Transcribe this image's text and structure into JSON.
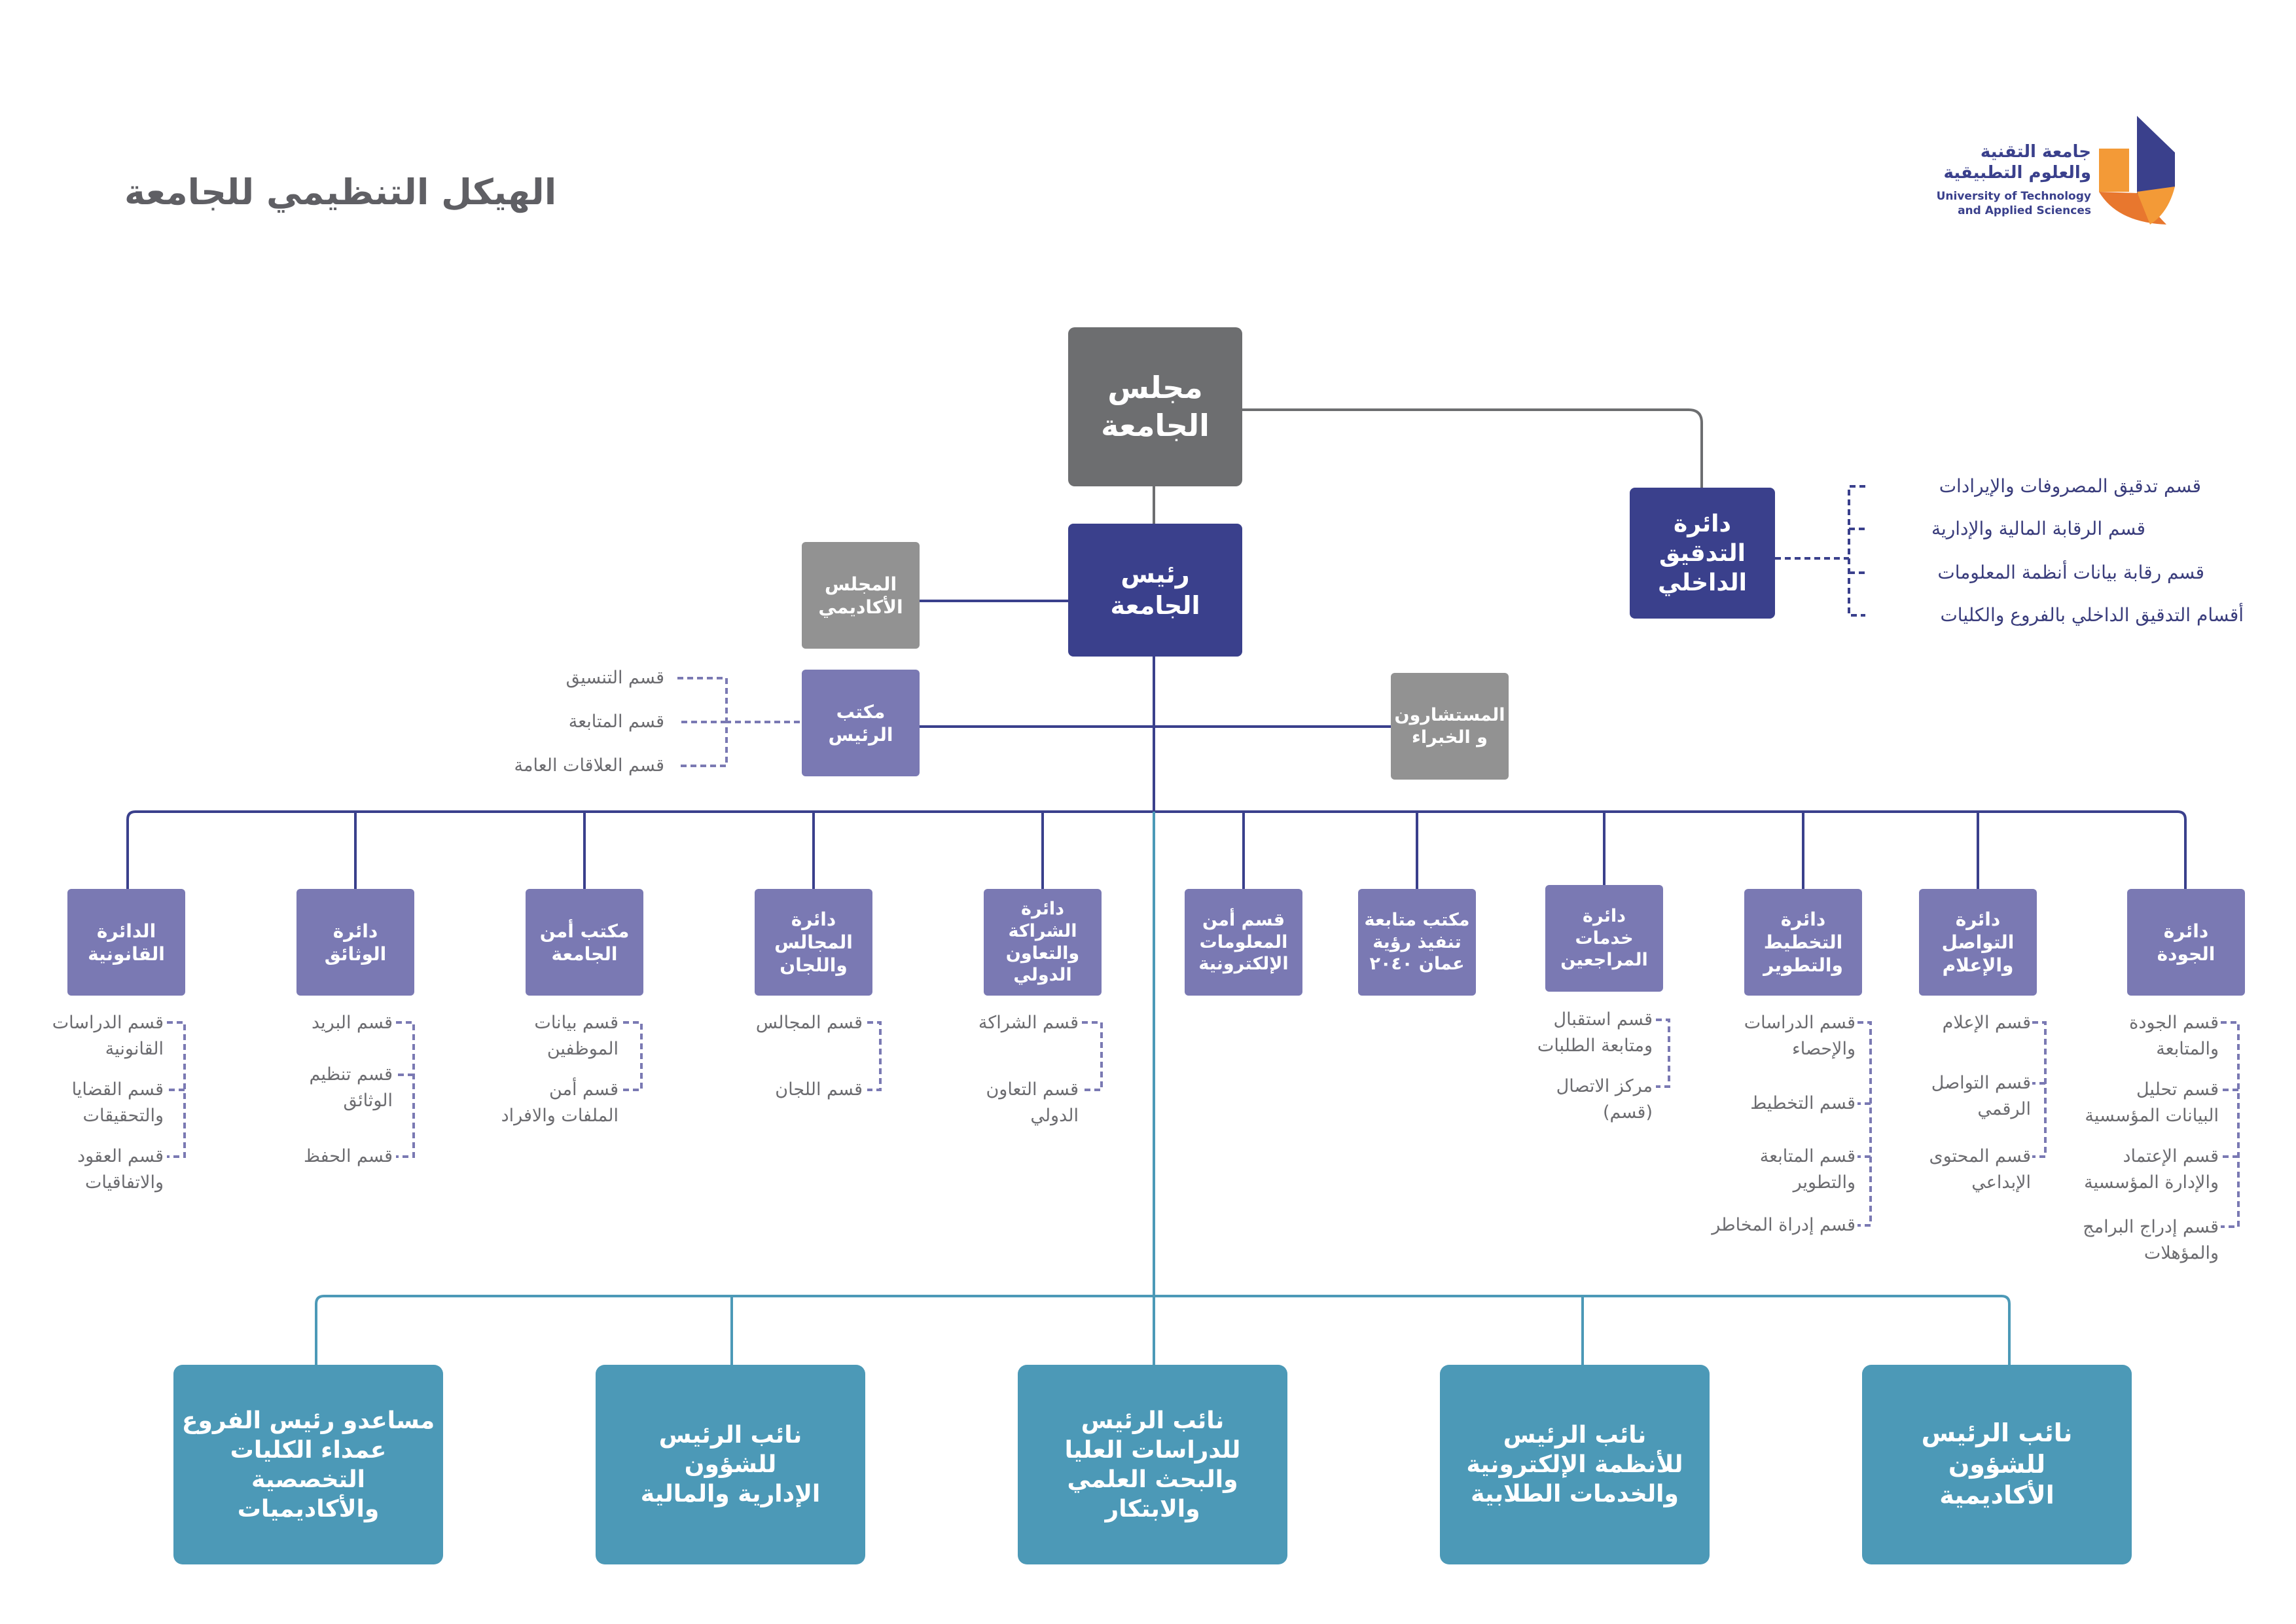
{
  "header": {
    "title": "الهيكل التنظيمي للجامعة",
    "logo_ar_line1": "جامعة التقنية",
    "logo_ar_line2": "والعلوم التطبيقية",
    "logo_en_line1": "University of Technology",
    "logo_en_line2": "and Applied Sciences"
  },
  "top": {
    "council": "مجلس\nالجامعة",
    "president": "رئيس\nالجامعة",
    "academic_council": "المجلس\nالأكاديمي",
    "president_office": "مكتب\nالرئيس",
    "advisors": "المستشارون\nو الخبراء",
    "audit": "دائرة\nالتدقيق\nالداخلي"
  },
  "audit_sections": [
    "قسم تدقيق المصروفات والإيرادات",
    "قسم الرقابة المالية والإدارية",
    "قسم رقابة بيانات أنظمة المعلومات",
    "أقسام التدقيق الداخلي بالفروع والكليات"
  ],
  "office_sections": [
    "قسم التنسيق",
    "قسم المتابعة",
    "قسم العلاقات العامة"
  ],
  "departments": [
    {
      "name": "دائرة\nالجودة",
      "sections": [
        "قسم الجودة\nوالمتابعة",
        "قسم تحليل\nالبيانات المؤسسية",
        "قسم الإعتماد\nوالإدارة المؤسسية",
        "قسم إدراج البرامج\nوالمؤهلات"
      ]
    },
    {
      "name": "دائرة\nالتواصل\nوالإعلام",
      "sections": [
        "قسم الإعلام",
        "قسم التواصل\nالرقمي",
        "قسم المحتوى\nالإبداعي"
      ]
    },
    {
      "name": "دائرة\nالتخطيط\nوالتطوير",
      "sections": [
        "قسم الدراسات\nوالإحصاء",
        "قسم التخطيط",
        "قسم المتابعة\nوالتطوير",
        "قسم إدراة المخاطر"
      ]
    },
    {
      "name": "دائرة\nخدمات\nالمراجعين",
      "sections": [
        "قسم استقبال\nومتابعة الطلبات",
        "مركز الاتصال\n(قسم)"
      ]
    },
    {
      "name": "مكتب متابعة\nتنفيذ رؤية\nعمان ٢٠٤٠",
      "sections": []
    },
    {
      "name": "قسم أمن\nالمعلومات\nالإلكترونية",
      "sections": []
    },
    {
      "name": "دائرة الشراكة\nوالتعاون\nالدولي",
      "sections": [
        "قسم الشراكة",
        "قسم التعاون\nالدولي"
      ]
    },
    {
      "name": "دائرة\nالمجالس\nواللجان",
      "sections": [
        "قسم المجالس",
        "قسم اللجان"
      ]
    },
    {
      "name": "مكتب أمن\nالجامعة",
      "sections": [
        "قسم بيانات\nالموظفين",
        "قسم أمن\nالملفات والافراد"
      ]
    },
    {
      "name": "دائرة\nالوثائق",
      "sections": [
        "قسم البريد",
        "قسم تنظيم\nالوثائق",
        "قسم الحفظ"
      ]
    },
    {
      "name": "الدائرة\nالقانونية",
      "sections": [
        "قسم الدراسات\nالقانونية",
        "قسم القضايا\nوالتحقيقات",
        "قسم العقود\nوالاتفاقيات"
      ]
    }
  ],
  "vice_presidents": [
    "نائب الرئيس\nللشؤون\nالأكاديمية",
    "نائب الرئيس\nللأنظمة الإلكترونية\nوالخدمات الطلابية",
    "نائب الرئيس\nللدراسات العليا\nوالبحث العلمي\nوالابتكار",
    "نائب الرئيس\nللشؤون\nالإدارية والمالية",
    "مساعدو رئيس الفروع\nعمداء الكليات\nالتخصصية\nوالأكاديميات"
  ],
  "colors": {
    "navy": "#3a408c",
    "purple": "#7a79b3",
    "teal": "#4c99b7",
    "gray": "#929292",
    "dark_gray": "#6d6e70",
    "orange": "#f39a37"
  }
}
